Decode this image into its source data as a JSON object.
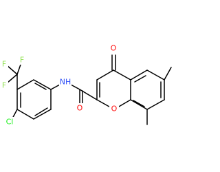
{
  "molecule": {
    "atoms": [
      {
        "id": "O_carbonyl_ring",
        "label": "O",
        "color": "#ff0d0d"
      },
      {
        "id": "CH3_6",
        "label": ""
      },
      {
        "id": "CH3_8",
        "label": ""
      },
      {
        "id": "O_ring",
        "label": "O",
        "color": "#ff0d0d"
      },
      {
        "id": "O_amide",
        "label": "O",
        "color": "#ff0d0d"
      },
      {
        "id": "NH",
        "label": "NH",
        "color": "#3050f8"
      },
      {
        "id": "F1",
        "label": "F",
        "color": "#90e050"
      },
      {
        "id": "F2",
        "label": "F",
        "color": "#90e050"
      },
      {
        "id": "F3",
        "label": "F",
        "color": "#90e050"
      },
      {
        "id": "Cl",
        "label": "Cl",
        "color": "#1ff01f"
      }
    ],
    "bond_color": "#000000"
  }
}
